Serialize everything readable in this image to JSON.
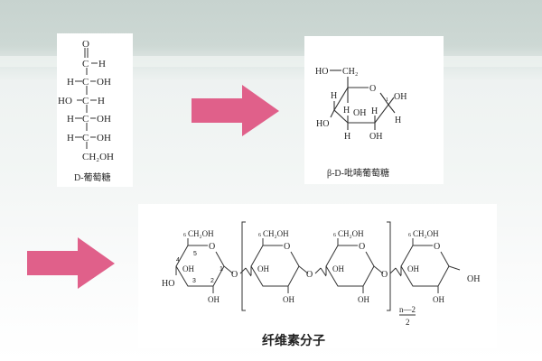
{
  "colors": {
    "arrow": "#e0608a",
    "bond": "#333333"
  },
  "glucose_chain": {
    "atoms": [
      "O",
      "C",
      "H",
      "H",
      "C",
      "OH",
      "HO",
      "C",
      "H",
      "H",
      "C",
      "OH",
      "H",
      "C",
      "OH",
      "CH₂OH"
    ],
    "caption": "D-葡萄糖"
  },
  "glucose_ring": {
    "atoms": [
      "HO",
      "CH₂",
      "O",
      "H",
      "H",
      "OH",
      "1",
      "H",
      "HO",
      "OH",
      "H",
      "H",
      "OH"
    ],
    "caption": "β-D-吡喃葡萄糖"
  },
  "cellulose": {
    "ch2oh": "CH₂OH",
    "six": "6",
    "ring_o": "O",
    "bridge_o": "O",
    "oh": "OH",
    "ho": "HO",
    "numbers": [
      "5",
      "4",
      "1",
      "3",
      "2"
    ],
    "repeat_top": "n—2",
    "repeat_bottom": "2",
    "caption": "纤维素分子"
  }
}
